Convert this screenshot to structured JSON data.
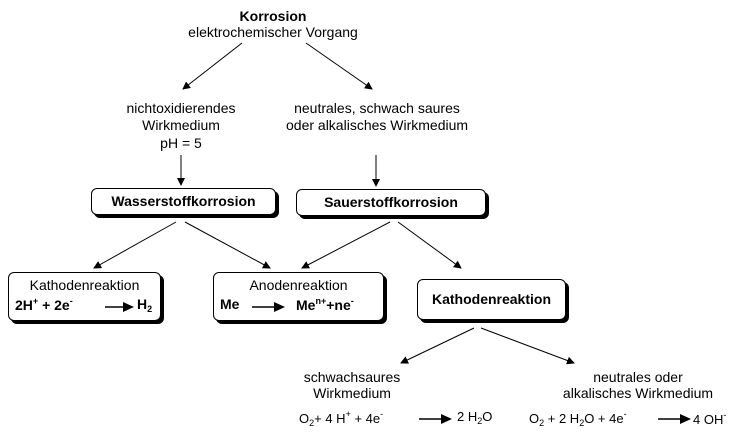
{
  "title": "Korrosion",
  "subtitle": "elektrochemischer Vorgang",
  "left_medium": [
    "nichtoxidierendes",
    "Wirkmedium",
    "pH = 5"
  ],
  "right_medium": [
    "neutrales, schwach saures",
    "oder alkalisches Wirkmedium"
  ],
  "box_h2_corrosion": "Wasserstoffkorrosion",
  "box_o2_corrosion": "Sauerstoffkorrosion",
  "cathode_left": {
    "title": "Kathodenreaktion",
    "eq_left": "2H",
    "eq_left_sup": "+",
    "eq_mid": "+ 2e",
    "eq_mid_sup": "-",
    "eq_right": "H",
    "eq_right_sub": "2"
  },
  "anode": {
    "title": "Anodenreaktion",
    "eq_left": "Me",
    "eq_right": "Me",
    "eq_right_sup": "n+",
    "eq_tail": "+ne",
    "eq_tail_sup": "-"
  },
  "cathode_right": {
    "title": "Kathodenreaktion"
  },
  "weak_acid": [
    "schwachsaures",
    "Wirkmedium"
  ],
  "neutral_alkaline": [
    "neutrales oder",
    "alkalisches Wirkmedium"
  ],
  "eq_weak_acid": {
    "o": "O",
    "o_sub": "2",
    "part1": "+ 4 H",
    "h_sup": "+",
    "part2": "+ 4e",
    "e_sup": "-",
    "result": "2 H",
    "result_sub": "2",
    "result_tail": "O"
  },
  "eq_neutral": {
    "o": "O",
    "o_sub": "2",
    "part1": " +  2 H",
    "h_sub": "2",
    "part2": "O + 4e",
    "e_sup": "-",
    "result": "4 OH",
    "result_sup": "-"
  }
}
